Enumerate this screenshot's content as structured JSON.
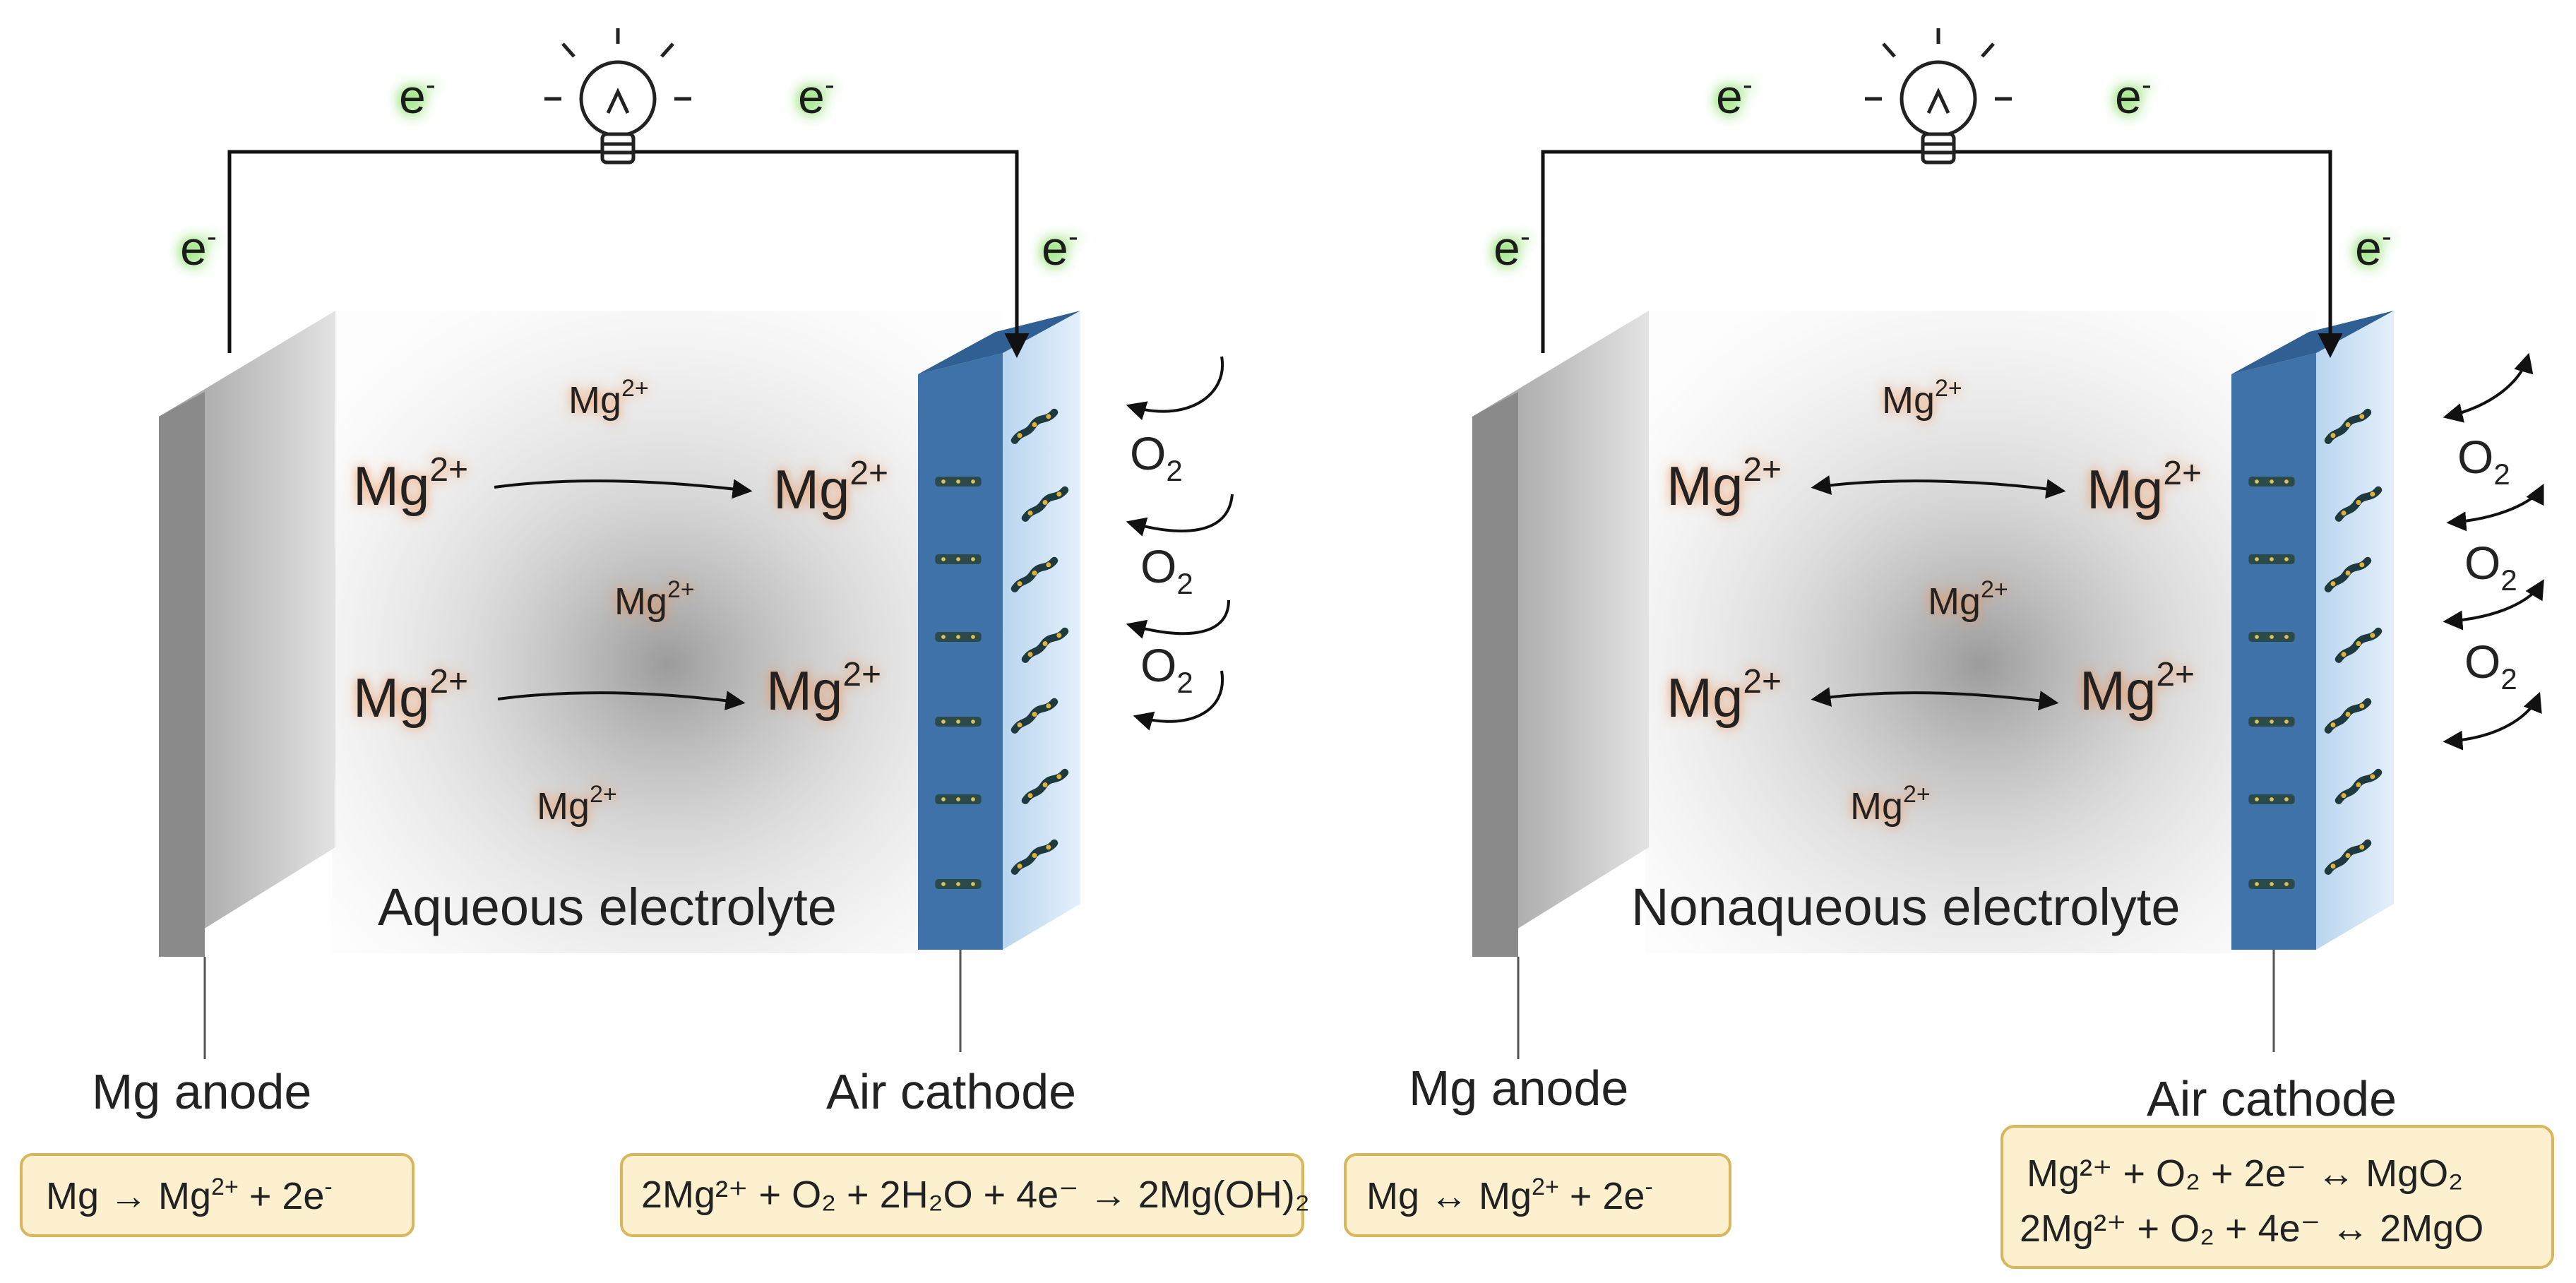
{
  "panels": [
    {
      "id": "aqueous",
      "electron_label": "e",
      "electron_sup": "-",
      "mg_label": "Mg",
      "mg_sup": "2+",
      "electrolyte": "Aqueous electrolyte",
      "anode_label": "Mg anode",
      "cathode_label": "Air cathode",
      "o2_base": "O",
      "o2_sub": "2",
      "oxygen_flow": "inward",
      "ion_arrows": "one-way",
      "anode_equation": {
        "text": "Mg → Mg",
        "sup": "2+",
        "tail": " +  2e",
        "tail_sup": "-"
      },
      "cathode_equation_lines": [
        "2Mg²⁺ + O₂ + 2H₂O + 4e⁻ → 2Mg(OH)₂"
      ]
    },
    {
      "id": "nonaqueous",
      "electron_label": "e",
      "electron_sup": "-",
      "mg_label": "Mg",
      "mg_sup": "2+",
      "electrolyte": "Nonaqueous electrolyte",
      "anode_label": "Mg anode",
      "cathode_label": "Air cathode",
      "o2_base": "O",
      "o2_sub": "2",
      "oxygen_flow": "bidirectional",
      "ion_arrows": "two-way",
      "anode_equation": {
        "text": "Mg ↔  Mg",
        "sup": "2+",
        "tail": " +  2e",
        "tail_sup": "-"
      },
      "cathode_equation_lines": [
        "Mg²⁺ + O₂ + 2e⁻ ↔  MgO₂",
        "2Mg²⁺ + O₂ + 4e⁻ ↔  2MgO"
      ]
    }
  ],
  "colors": {
    "anode_front": "#8a8a8a",
    "anode_side": "#b5b5b5",
    "cathode_front": "#3f72a8",
    "cathode_side": "#cfe3f5",
    "electron_glow": "#7ddc5a",
    "ion_glow": "#f29b5a",
    "equation_box": "#fcf0cf",
    "equation_border": "#d9b65c"
  }
}
